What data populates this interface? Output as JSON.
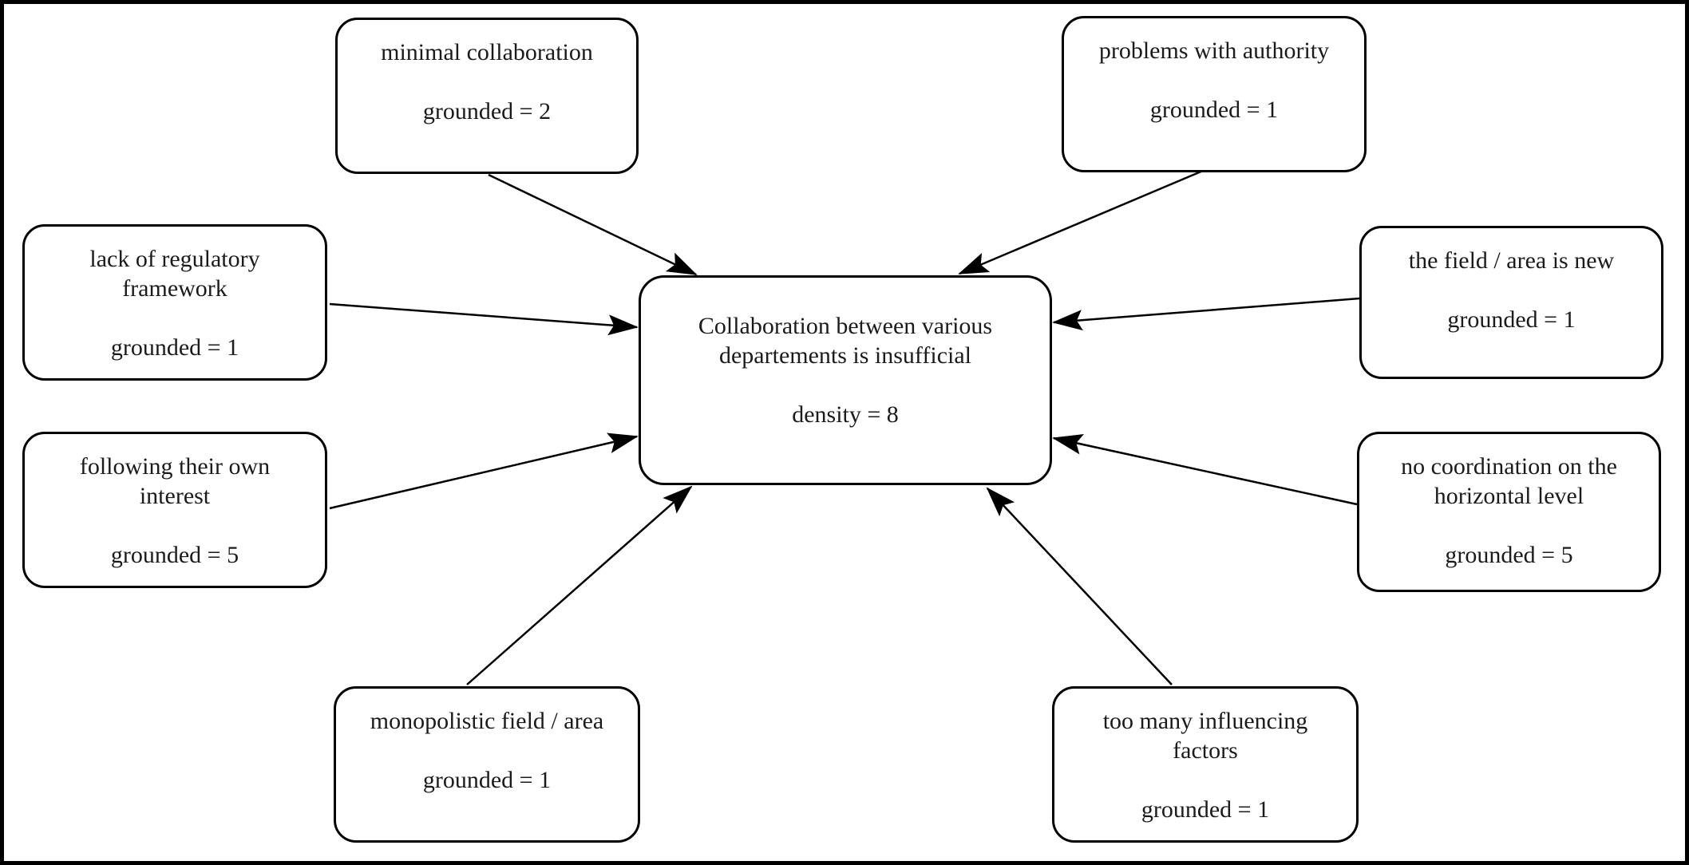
{
  "diagram": {
    "center_node": {
      "id": "central",
      "label": "Collaboration between various departements is insufficial",
      "metric": "density = 8"
    },
    "nodes": [
      {
        "id": "minimal-collaboration",
        "label": "minimal collaboration",
        "metric": "grounded = 2"
      },
      {
        "id": "problems-with-authority",
        "label": "problems with authority",
        "metric": "grounded = 1"
      },
      {
        "id": "lack-of-regulatory-framework",
        "label": "lack of regulatory framework",
        "metric": "grounded = 1"
      },
      {
        "id": "following-their-own-interest",
        "label": "following their own interest",
        "metric": "grounded = 5"
      },
      {
        "id": "the-field-area-is-new",
        "label": "the field / area is new",
        "metric": "grounded = 1"
      },
      {
        "id": "no-coordination-horizontal",
        "label": "no coordination on the horizontal level",
        "metric": "grounded = 5"
      },
      {
        "id": "monopolistic-field-area",
        "label": "monopolistic field / area",
        "metric": "grounded = 1"
      },
      {
        "id": "too-many-influencing-factors",
        "label": "too many influencing factors",
        "metric": "grounded = 1"
      }
    ],
    "edges": [
      {
        "from": "minimal-collaboration",
        "to": "central"
      },
      {
        "from": "problems-with-authority",
        "to": "central"
      },
      {
        "from": "lack-of-regulatory-framework",
        "to": "central"
      },
      {
        "from": "following-their-own-interest",
        "to": "central"
      },
      {
        "from": "the-field-area-is-new",
        "to": "central"
      },
      {
        "from": "no-coordination-horizontal",
        "to": "central"
      },
      {
        "from": "monopolistic-field-area",
        "to": "central"
      },
      {
        "from": "too-many-influencing-factors",
        "to": "central"
      }
    ],
    "colors": {
      "line": "#000000",
      "box_border": "#000000",
      "background": "#ffffff",
      "text": "#1b1b1b"
    }
  }
}
